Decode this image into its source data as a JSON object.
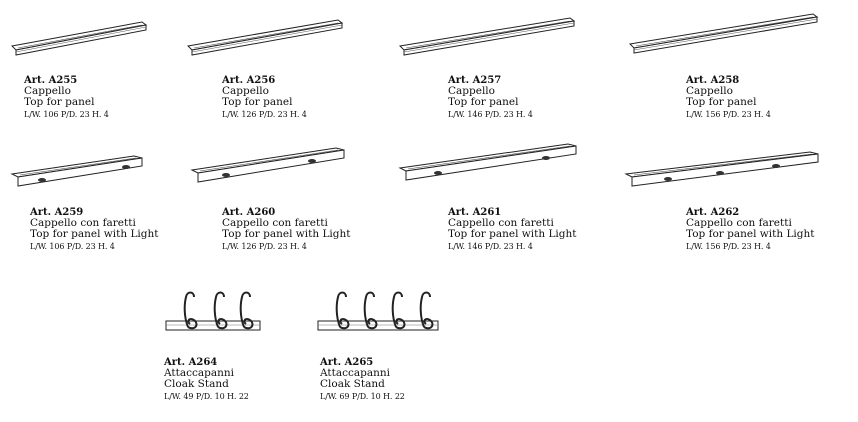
{
  "products": [
    {
      "art": "Art. A255",
      "name": "Cappello",
      "desc": "Top  for panel",
      "dims": "L/W. 106 P/D. 23 H. 4"
    },
    {
      "art": "Art. A256",
      "name": "Cappello",
      "desc": "Top  for panel",
      "dims": "L/W. 126 P/D. 23 H. 4"
    },
    {
      "art": "Art. A257",
      "name": "Cappello",
      "desc": "Top  for panel",
      "dims": "L/W. 146 P/D. 23 H. 4"
    },
    {
      "art": "Art. A258",
      "name": "Cappello",
      "desc": "Top  for panel",
      "dims": "L/W. 156 P/D. 23 H. 4"
    },
    {
      "art": "Art. A259",
      "name": "Cappello con faretti",
      "desc": "Top  for panel  with Light",
      "dims": "L/W. 106 P/D. 23 H. 4"
    },
    {
      "art": "Art. A260",
      "name": "Cappello con faretti",
      "desc": "Top  for panel  with Light",
      "dims": "L/W. 126 P/D. 23 H. 4"
    },
    {
      "art": "Art. A261",
      "name": "Cappello con faretti",
      "desc": "Top  for panel  with Light",
      "dims": "L/W. 146 P/D. 23 H. 4"
    },
    {
      "art": "Art. A262",
      "name": "Cappello con faretti",
      "desc": "Top  for panel  with Light",
      "dims": "L/W. 156 P/D. 23 H. 4"
    },
    {
      "art": "Art. A264",
      "name": "Attaccapanni",
      "desc": "Cloak Stand",
      "dims": "L/W. 49 P/D. 10 H. 22"
    },
    {
      "art": "Art. A265",
      "name": "Attaccapanni",
      "desc": "Cloak Stand",
      "dims": "L/W. 69 P/D. 10 H. 22"
    }
  ]
}
